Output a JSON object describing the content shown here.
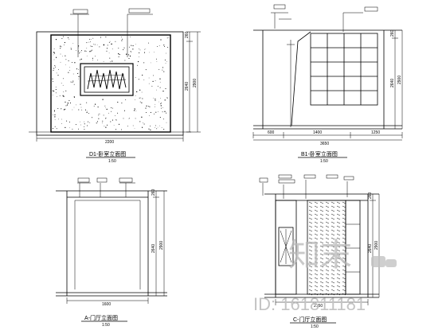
{
  "sheet": {
    "panels": [
      {
        "id": "top-left",
        "caption": "D1-卧室立面图",
        "scale": "1:50",
        "overall_width": "2200",
        "height_total": "2900",
        "height_a": "2640",
        "height_b": "260"
      },
      {
        "id": "top-right",
        "caption": "B1-卧室立面图",
        "scale": "1:50",
        "dims_bottom": [
          "600",
          "1400",
          "1250"
        ],
        "overall_width": "3650",
        "height_total": "2900",
        "height_a": "2640",
        "height_b": "260"
      },
      {
        "id": "bottom-left",
        "caption": "A-门厅立面图",
        "scale": "1:50",
        "overall_width": "1600",
        "height_total": "2900",
        "height_a": "2640",
        "height_b": "260"
      },
      {
        "id": "bottom-right",
        "caption": "C-门厅立面图",
        "scale": "1:50",
        "overall_width": "2150",
        "height_total": "2900",
        "height_a": "2640",
        "height_b": "260"
      }
    ]
  },
  "watermark": {
    "logo": "知末",
    "id_text": "ID: 161811181"
  }
}
